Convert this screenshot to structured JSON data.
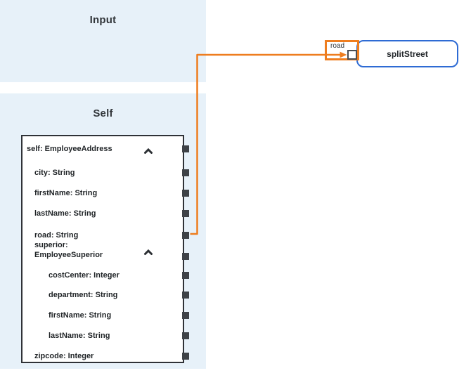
{
  "panels": {
    "input": {
      "title": "Input"
    },
    "self": {
      "title": "Self"
    }
  },
  "tree": {
    "rows": [
      {
        "label": "self: EmployeeAddress",
        "level": 0,
        "expanded": true
      },
      {
        "label": "city: String",
        "level": 1
      },
      {
        "label": "firstName: String",
        "level": 1
      },
      {
        "label": "lastName: String",
        "level": 1
      },
      {
        "label": "road: String",
        "level": 1
      },
      {
        "label": "superior: EmployeeSuperior",
        "level": 1,
        "expanded": true
      },
      {
        "label": "costCenter: Integer",
        "level": 2
      },
      {
        "label": "department: String",
        "level": 2
      },
      {
        "label": "firstName: String",
        "level": 2
      },
      {
        "label": "lastName: String",
        "level": 2
      },
      {
        "label": "zipcode: Integer",
        "level": 1
      }
    ]
  },
  "function_box": {
    "label": "splitStreet",
    "argument_label": "road"
  },
  "mapping": {
    "source_field": "road: String",
    "target_argument": "road"
  },
  "colors": {
    "connector_orange": "#ee7d1f",
    "function_border_blue": "#2e6bd4",
    "panel_blue": "#e7f1f9",
    "tree_border": "#2f3237",
    "port_dark": "#3e4247",
    "header_text": "#32363a"
  }
}
